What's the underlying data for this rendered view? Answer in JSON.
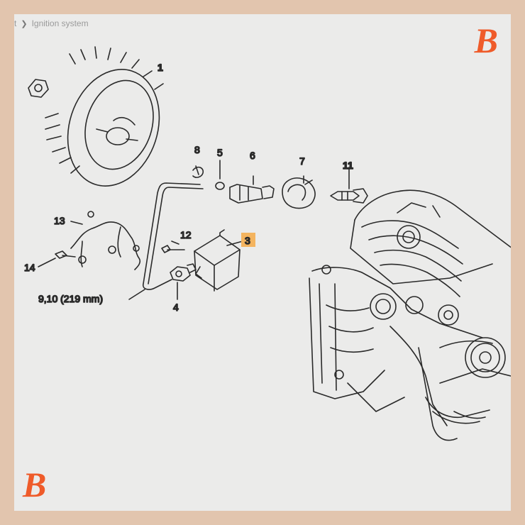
{
  "breadcrumb": {
    "parent": "t",
    "current": "Ignition system"
  },
  "logo": {
    "letter": "B"
  },
  "colors": {
    "highlight": "#f4b45f",
    "logo": "#ef5b2a",
    "frame": "#e2c5ae"
  },
  "parts": [
    {
      "label": "1"
    },
    {
      "label": "8"
    },
    {
      "label": "5"
    },
    {
      "label": "6"
    },
    {
      "label": "7"
    },
    {
      "label": "11"
    },
    {
      "label": "13"
    },
    {
      "label": "12"
    },
    {
      "label": "3",
      "highlighted": true
    },
    {
      "label": "14"
    },
    {
      "label": "4"
    }
  ],
  "hose": {
    "label": "9,10",
    "length": "(219 mm)"
  }
}
